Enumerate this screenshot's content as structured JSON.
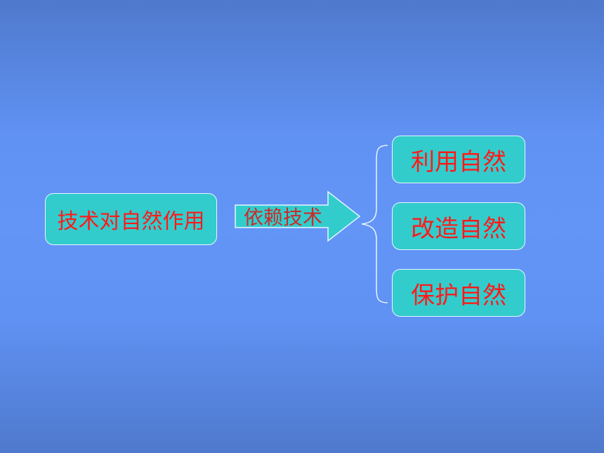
{
  "source": {
    "label": "技术对自然作用"
  },
  "arrow": {
    "label": "依赖技术"
  },
  "targets": [
    {
      "label": "利用自然"
    },
    {
      "label": "改造自然"
    },
    {
      "label": "保护自然"
    }
  ],
  "colors": {
    "box_fill": "#33cccc",
    "box_text": "#ff1a1a",
    "arrow_text": "#cc2a2a",
    "background": "#6395f7"
  }
}
